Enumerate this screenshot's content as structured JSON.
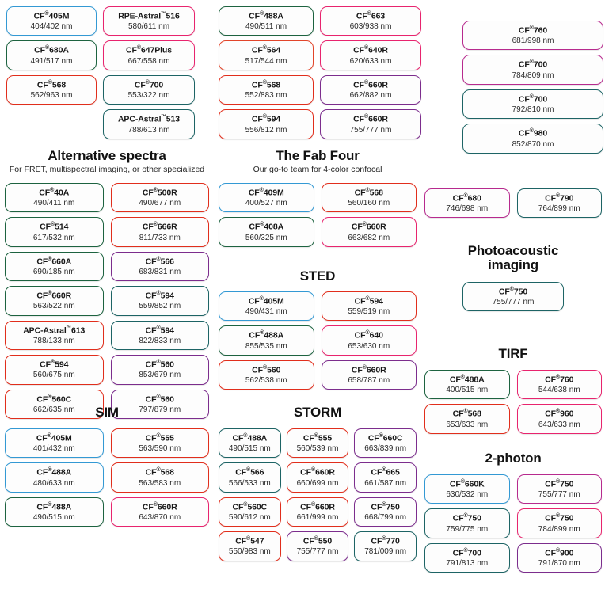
{
  "colors": {
    "blue": "#3399d4",
    "green": "#1d6340",
    "red": "#e12e1c",
    "pink": "#e8246e",
    "purple": "#7c2d8d",
    "teal": "#1d6465",
    "magenta": "#b72a8e",
    "orange": "#e2452a"
  },
  "top_banner": {
    "column_a": [
      {
        "name": "CF",
        "reg": "®",
        "num": "405M",
        "spec": "404/402 nm",
        "color": "blue"
      },
      {
        "name": "CF",
        "reg": "®",
        "num": "680A",
        "spec": "491/517 nm",
        "color": "green"
      },
      {
        "name": "CF",
        "reg": "®",
        "num": "568",
        "spec": "562/963 nm",
        "color": "red"
      }
    ],
    "column_b": [
      {
        "name": "RPE-Astral",
        "tm": "™",
        "num": "516",
        "spec": "580/611 nm",
        "color": "pink"
      },
      {
        "name": "CF",
        "reg": "®",
        "num": "647Plus",
        "spec": "667/558 nm",
        "color": "pink"
      },
      {
        "name": "CF",
        "reg": "®",
        "num": "700",
        "spec": "553/322 nm",
        "color": "teal"
      },
      {
        "name": "APC-Astral",
        "tm": "™",
        "num": "513",
        "spec": "788/613 nm",
        "color": "teal"
      }
    ],
    "column_c": [
      {
        "name": "CF",
        "reg": "®",
        "num": "488A",
        "spec": "490/511 nm",
        "color": "green"
      },
      {
        "name": "CF",
        "reg": "®",
        "num": "564",
        "spec": "517/544 nm",
        "color": "orange"
      },
      {
        "name": "CF",
        "reg": "®",
        "num": "568",
        "spec": "552/883 nm",
        "color": "red"
      },
      {
        "name": "CF",
        "reg": "®",
        "num": "594",
        "spec": "556/812 nm",
        "color": "red"
      }
    ],
    "column_d": [
      {
        "name": "CF",
        "reg": "®",
        "num": "663",
        "spec": "603/938 nm",
        "color": "pink"
      },
      {
        "name": "CF",
        "reg": "®",
        "num": "640R",
        "spec": "620/633 nm",
        "color": "pink"
      },
      {
        "name": "CF",
        "reg": "®",
        "num": "660R",
        "spec": "662/882 nm",
        "color": "purple"
      },
      {
        "name": "CF",
        "reg": "®",
        "num": "660R",
        "spec": "755/777 nm",
        "color": "purple"
      }
    ],
    "column_e": [
      {
        "name": "CF",
        "reg": "®",
        "num": "760",
        "spec": "681/998 nm",
        "color": "magenta"
      },
      {
        "name": "CF",
        "reg": "®",
        "num": "700",
        "spec": "784/809 nm",
        "color": "magenta"
      },
      {
        "name": "CF",
        "reg": "®",
        "num": "700",
        "spec": "792/810 nm",
        "color": "teal"
      },
      {
        "name": "CF",
        "reg": "®",
        "num": "980",
        "spec": "852/870 nm",
        "color": "teal"
      }
    ]
  },
  "sections": {
    "alternative": {
      "title": "Alternative spectra",
      "subtitle": "For FRET, multispectral imaging, or other specialized",
      "left": [
        {
          "name": "CF",
          "reg": "®",
          "num": "40A",
          "spec": "490/411 nm",
          "color": "green"
        },
        {
          "name": "CF",
          "reg": "®",
          "num": "514",
          "spec": "617/532 nm",
          "color": "green"
        },
        {
          "name": "CF",
          "reg": "®",
          "num": "660A",
          "spec": "690/185 nm",
          "color": "green"
        },
        {
          "name": "CF",
          "reg": "®",
          "num": "660R",
          "spec": "563/522 nm",
          "color": "green"
        },
        {
          "name": "APC-Astral",
          "tm": "™",
          "num": "613",
          "spec": "788/133 nm",
          "color": "red"
        },
        {
          "name": "CF",
          "reg": "®",
          "num": "594",
          "spec": "560/675 nm",
          "color": "red"
        },
        {
          "name": "CF",
          "reg": "®",
          "num": "560C",
          "spec": "662/635 nm",
          "color": "red"
        }
      ],
      "right": [
        {
          "name": "CF",
          "reg": "®",
          "num": "500R",
          "spec": "490/677 nm",
          "color": "red"
        },
        {
          "name": "CF",
          "reg": "®",
          "num": "666R",
          "spec": "811/733 nm",
          "color": "red"
        },
        {
          "name": "CF",
          "reg": "®",
          "num": "566",
          "spec": "683/831 nm",
          "color": "purple"
        },
        {
          "name": "CF",
          "reg": "®",
          "num": "594",
          "spec": "559/852 nm",
          "color": "teal"
        },
        {
          "name": "CF",
          "reg": "®",
          "num": "594",
          "spec": "822/833 nm",
          "color": "teal"
        },
        {
          "name": "CF",
          "reg": "®",
          "num": "560",
          "spec": "853/679 nm",
          "color": "purple"
        },
        {
          "name": "CF",
          "reg": "®",
          "num": "560",
          "spec": "797/879 nm",
          "color": "purple"
        }
      ]
    },
    "fab_four": {
      "title": "The Fab Four",
      "subtitle": "Our go-to team for 4-color confocal",
      "left": [
        {
          "name": "CF",
          "reg": "®",
          "num": "409M",
          "spec": "400/527 nm",
          "color": "blue"
        },
        {
          "name": "CF",
          "reg": "®",
          "num": "408A",
          "spec": "560/325 nm",
          "color": "green"
        }
      ],
      "right": [
        {
          "name": "CF",
          "reg": "®",
          "num": "568",
          "spec": "560/160 nm",
          "color": "red"
        },
        {
          "name": "CF",
          "reg": "®",
          "num": "660R",
          "spec": "663/682 nm",
          "color": "pink"
        }
      ]
    },
    "right_pair": {
      "left": [
        {
          "name": "CF",
          "reg": "®",
          "num": "680",
          "spec": "746/698 nm",
          "color": "magenta"
        }
      ],
      "right": [
        {
          "name": "CF",
          "reg": "®",
          "num": "790",
          "spec": "764/899 nm",
          "color": "teal"
        }
      ]
    },
    "photoacoustic": {
      "title_line1": "Photoacoustic",
      "title_line2": "imaging",
      "items": [
        {
          "name": "CF",
          "reg": "®",
          "num": "750",
          "spec": "755/777 nm",
          "color": "teal"
        }
      ]
    },
    "sted": {
      "title": "STED",
      "left": [
        {
          "name": "CF",
          "reg": "®",
          "num": "405M",
          "spec": "490/431 nm",
          "color": "blue"
        },
        {
          "name": "CF",
          "reg": "®",
          "num": "488A",
          "spec": "855/535 nm",
          "color": "green"
        },
        {
          "name": "CF",
          "reg": "®",
          "num": "560",
          "spec": "562/538 nm",
          "color": "red"
        }
      ],
      "right": [
        {
          "name": "CF",
          "reg": "®",
          "num": "594",
          "spec": "559/519 nm",
          "color": "red"
        },
        {
          "name": "CF",
          "reg": "®",
          "num": "640",
          "spec": "653/630 nm",
          "color": "pink"
        },
        {
          "name": "CF",
          "reg": "®",
          "num": "660R",
          "spec": "658/787 nm",
          "color": "purple"
        }
      ]
    },
    "tirf": {
      "title": "TIRF",
      "left": [
        {
          "name": "CF",
          "reg": "®",
          "num": "488A",
          "spec": "400/515 nm",
          "color": "green"
        },
        {
          "name": "CF",
          "reg": "®",
          "num": "568",
          "spec": "653/633 nm",
          "color": "red"
        }
      ],
      "right": [
        {
          "name": "CF",
          "reg": "®",
          "num": "760",
          "spec": "544/638 nm",
          "color": "pink"
        },
        {
          "name": "CF",
          "reg": "®",
          "num": "960",
          "spec": "643/633 nm",
          "color": "pink"
        }
      ]
    },
    "sim": {
      "title": "SIM",
      "left": [
        {
          "name": "CF",
          "reg": "®",
          "num": "405M",
          "spec": "401/432 nm",
          "color": "blue"
        },
        {
          "name": "CF",
          "reg": "®",
          "num": "488A",
          "spec": "480/633 nm",
          "color": "blue"
        },
        {
          "name": "CF",
          "reg": "®",
          "num": "488A",
          "spec": "490/515 nm",
          "color": "green"
        }
      ],
      "right": [
        {
          "name": "CF",
          "reg": "®",
          "num": "555",
          "spec": "563/590 nm",
          "color": "red"
        },
        {
          "name": "CF",
          "reg": "®",
          "num": "568",
          "spec": "563/583 nm",
          "color": "red"
        },
        {
          "name": "CF",
          "reg": "®",
          "num": "660R",
          "spec": "643/870 nm",
          "color": "pink"
        }
      ]
    },
    "storm": {
      "title": "STORM",
      "col1": [
        {
          "name": "CF",
          "reg": "®",
          "num": "488A",
          "spec": "490/515 nm",
          "color": "teal"
        },
        {
          "name": "CF",
          "reg": "®",
          "num": "566",
          "spec": "566/533 nm",
          "color": "teal"
        },
        {
          "name": "CF",
          "reg": "®",
          "num": "560C",
          "spec": "590/612 nm",
          "color": "red"
        },
        {
          "name": "CF",
          "reg": "®",
          "num": "547",
          "spec": "550/983 nm",
          "color": "red"
        }
      ],
      "col2": [
        {
          "name": "CF",
          "reg": "®",
          "num": "555",
          "spec": "560/539 nm",
          "color": "red"
        },
        {
          "name": "CF",
          "reg": "®",
          "num": "660R",
          "spec": "660/699 nm",
          "color": "red"
        },
        {
          "name": "CF",
          "reg": "®",
          "num": "660R",
          "spec": "661/999 nm",
          "color": "red"
        },
        {
          "name": "CF",
          "reg": "®",
          "num": "550",
          "spec": "755/777 nm",
          "color": "purple"
        }
      ],
      "col3": [
        {
          "name": "CF",
          "reg": "®",
          "num": "660C",
          "spec": "663/839 nm",
          "color": "purple"
        },
        {
          "name": "CF",
          "reg": "®",
          "num": "665",
          "spec": "661/587 nm",
          "color": "purple"
        },
        {
          "name": "CF",
          "reg": "®",
          "num": "750",
          "spec": "668/799 nm",
          "color": "purple"
        },
        {
          "name": "CF",
          "reg": "®",
          "num": "770",
          "spec": "781/009 nm",
          "color": "teal"
        }
      ]
    },
    "two_photon": {
      "title": "2-photon",
      "left": [
        {
          "name": "CF",
          "reg": "®",
          "num": "660K",
          "spec": "630/532 nm",
          "color": "blue"
        },
        {
          "name": "CF",
          "reg": "®",
          "num": "750",
          "spec": "759/775 nm",
          "color": "teal"
        },
        {
          "name": "CF",
          "reg": "®",
          "num": "700",
          "spec": "791/813 nm",
          "color": "teal"
        }
      ],
      "right": [
        {
          "name": "CF",
          "reg": "®",
          "num": "750",
          "spec": "755/777 nm",
          "color": "magenta"
        },
        {
          "name": "CF",
          "reg": "®",
          "num": "750",
          "spec": "784/899 nm",
          "color": "pink"
        },
        {
          "name": "CF",
          "reg": "®",
          "num": "900",
          "spec": "791/870 nm",
          "color": "purple"
        }
      ]
    }
  }
}
